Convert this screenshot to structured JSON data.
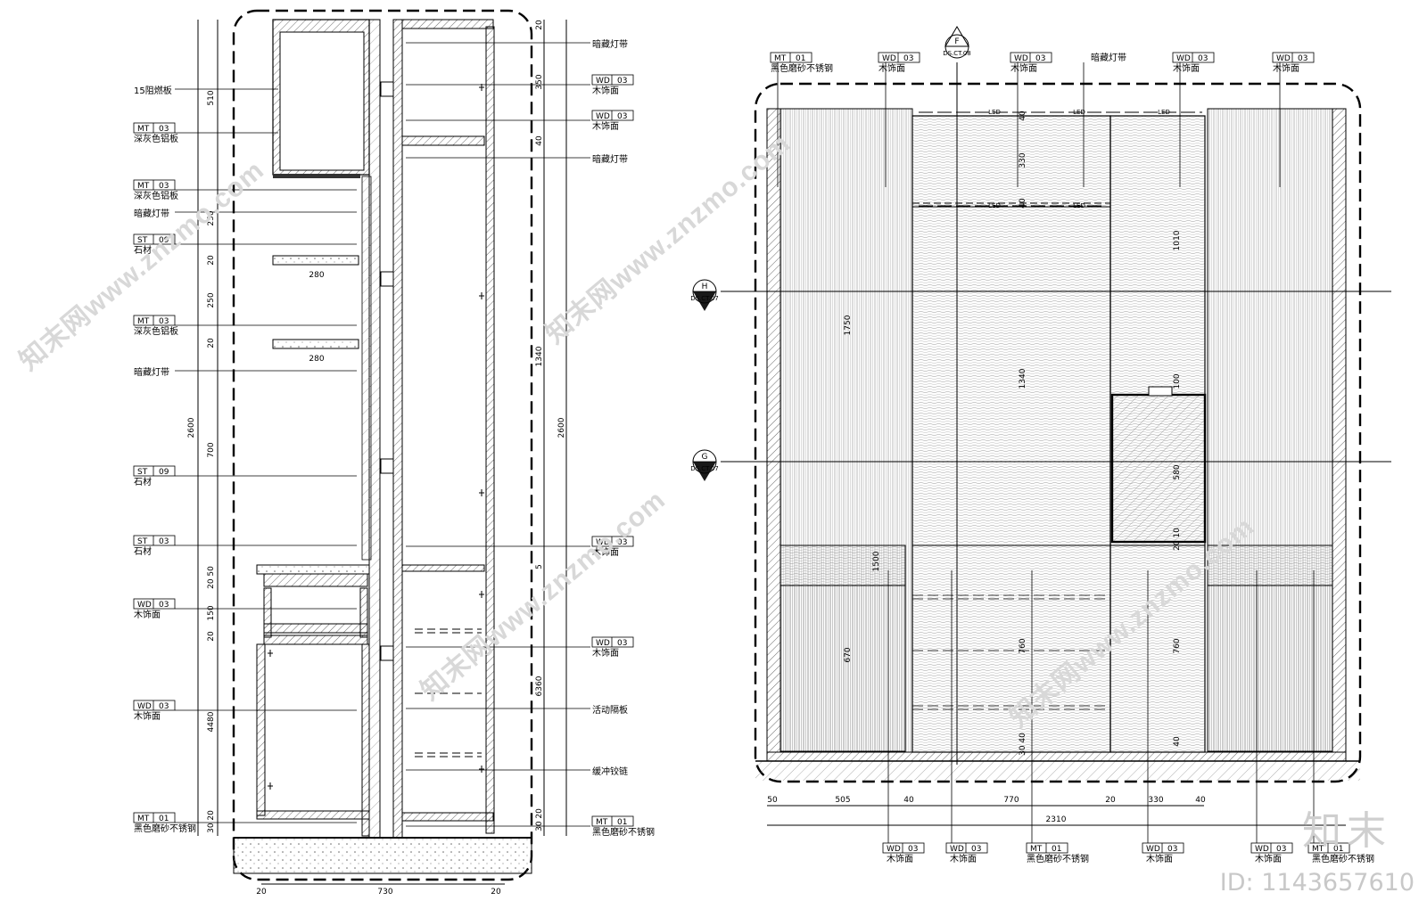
{
  "drawing_left": {
    "left_annotations": [
      "15阻燃板",
      "深灰色铝板",
      "深灰色铝板",
      "暗藏灯带",
      "石材",
      "深灰色铝板",
      "暗藏灯带",
      "石材",
      "石材",
      "木饰面",
      "木饰面",
      "黑色磨砂不锈钢"
    ],
    "left_tags": [
      {
        "code": "MT",
        "num": "03"
      },
      {
        "code": "MT",
        "num": "03"
      },
      {
        "code": "ST",
        "num": "09"
      },
      {
        "code": "MT",
        "num": "03"
      },
      {
        "code": "ST",
        "num": "09"
      },
      {
        "code": "ST",
        "num": "03"
      },
      {
        "code": "WD",
        "num": "03"
      },
      {
        "code": "WD",
        "num": "03"
      },
      {
        "code": "MT",
        "num": "01"
      }
    ],
    "right_annotations": [
      "暗藏灯带",
      "木饰面",
      "木饰面",
      "暗藏灯带",
      "木饰面",
      "木饰面",
      "活动隔板",
      "缓冲铰链",
      "黑色磨砂不锈钢"
    ],
    "right_tags": [
      {
        "code": "WD",
        "num": "03"
      },
      {
        "code": "WD",
        "num": "03"
      },
      {
        "code": "WD",
        "num": "03"
      },
      {
        "code": "WD",
        "num": "03"
      },
      {
        "code": "MT",
        "num": "01"
      }
    ],
    "left_dims": [
      "510",
      "250",
      "20",
      "250",
      "20",
      "700",
      "20 50",
      "150",
      "20",
      "4480",
      "30 20",
      "2600"
    ],
    "right_dims": [
      "20",
      "350",
      "40",
      "1340",
      "5",
      "6360",
      "30 20",
      "2600"
    ],
    "shelf_dims": [
      "280",
      "280"
    ],
    "bottom_dims": [
      "20",
      "730",
      "20"
    ]
  },
  "drawing_right": {
    "section_markers": [
      {
        "letter": "G",
        "sheet": "DS.CT.07"
      },
      {
        "letter": "H",
        "sheet": "DS.CT.07"
      },
      {
        "letter": "F",
        "sheet": "DS.CT.08"
      }
    ],
    "top_tags": [
      {
        "code": "MT",
        "num": "01",
        "text": "黑色磨砂不锈钢"
      },
      {
        "code": "WD",
        "num": "03",
        "text": "木饰面"
      },
      {
        "code": "WD",
        "num": "03",
        "text": "木饰面"
      },
      {
        "code": "",
        "num": "",
        "text": "暗藏灯带"
      },
      {
        "code": "WD",
        "num": "03",
        "text": "木饰面"
      },
      {
        "code": "WD",
        "num": "03",
        "text": "木饰面"
      }
    ],
    "bottom_tags": [
      {
        "code": "WD",
        "num": "03",
        "text": "木饰面"
      },
      {
        "code": "WD",
        "num": "03",
        "text": "木饰面"
      },
      {
        "code": "MT",
        "num": "01",
        "text": "黑色磨砂不锈钢"
      },
      {
        "code": "WD",
        "num": "03",
        "text": "木饰面"
      },
      {
        "code": "WD",
        "num": "03",
        "text": "木饰面"
      },
      {
        "code": "MT",
        "num": "01",
        "text": "黑色磨砂不锈钢"
      }
    ],
    "bottom_dims": [
      "50",
      "505",
      "40",
      "770",
      "20",
      "330",
      "40",
      "2310"
    ],
    "vertical_dims": [
      "1750",
      "670",
      "1500",
      "40",
      "330",
      "40",
      "1340",
      "30 40",
      "760",
      "1010",
      "100",
      "580",
      "20 10",
      "760",
      "40"
    ],
    "led_labels": [
      "LED",
      "LED",
      "LED",
      "LED",
      "LED"
    ]
  },
  "watermarks": [
    "知末网www.znzmo.com",
    "知末网www.znzmo.com",
    "知末网www.znzmo.com",
    "知末网www.znzmo.com"
  ],
  "brand": "知末",
  "id_label": "ID: 1143657610"
}
